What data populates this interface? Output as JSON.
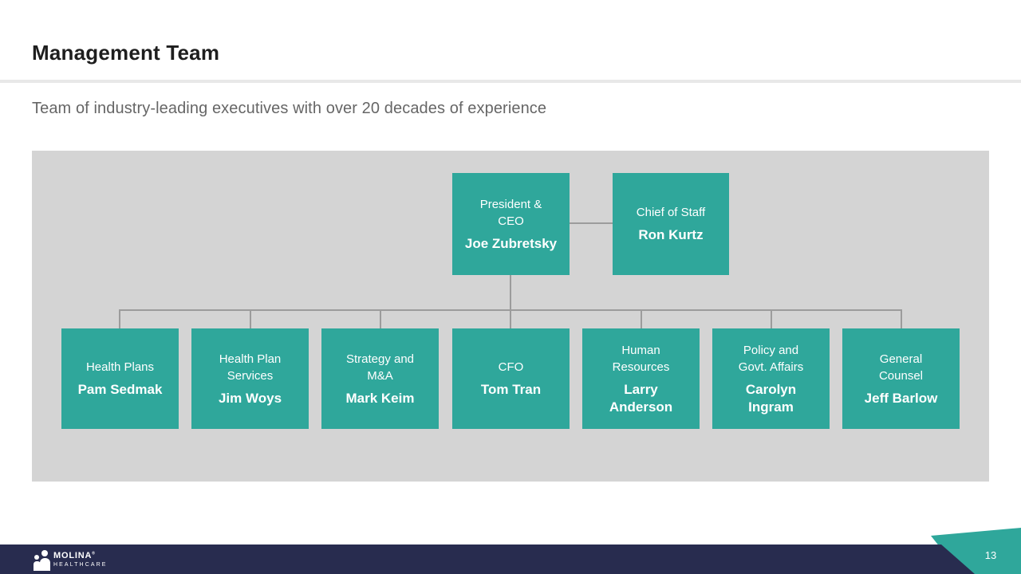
{
  "slide": {
    "title": "Management Team",
    "subtitle": "Team of industry-leading executives with over 20 decades of experience",
    "page_number": "13"
  },
  "org": {
    "ceo": {
      "role": "President &\nCEO",
      "name": "Joe Zubretsky"
    },
    "chief": {
      "role": "Chief of Staff",
      "name": "Ron Kurtz"
    },
    "reports": [
      {
        "role": "Health Plans",
        "name": "Pam Sedmak"
      },
      {
        "role": "Health Plan\nServices",
        "name": "Jim Woys"
      },
      {
        "role": "Strategy and\nM&A",
        "name": "Mark Keim"
      },
      {
        "role": "CFO",
        "name": "Tom Tran"
      },
      {
        "role": "Human\nResources",
        "name": "Larry\nAnderson"
      },
      {
        "role": "Policy and\nGovt. Affairs",
        "name": "Carolyn\nIngram"
      },
      {
        "role": "General\nCounsel",
        "name": "Jeff Barlow"
      }
    ]
  },
  "footer": {
    "logo_name": "MOLINA",
    "logo_registered": "®",
    "logo_subname": "HEALTHCARE"
  },
  "colors": {
    "teal": "#2fa79b",
    "navy": "#282c4f",
    "panel_gray": "#d4d4d4",
    "connector_gray": "#9c9c9c"
  }
}
